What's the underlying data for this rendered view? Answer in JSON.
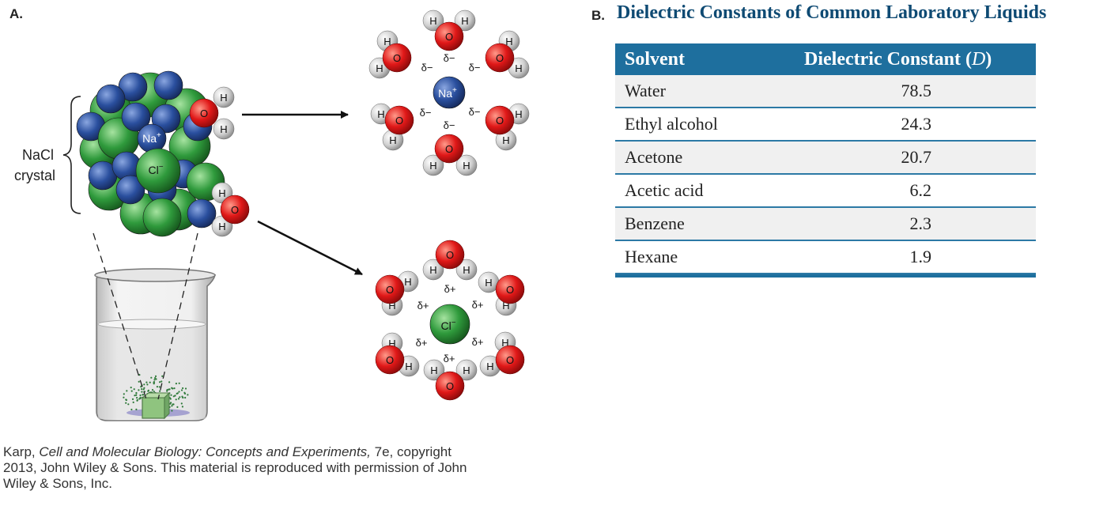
{
  "panel_a": {
    "label": "A.",
    "crystal_label_line1": "NaCl",
    "crystal_label_line2": "crystal",
    "na_label": "Na",
    "cl_label": "Cl",
    "h_label": "H",
    "o_label": "O",
    "delta_minus": "δ−",
    "delta_plus": "δ+"
  },
  "panel_b": {
    "label": "B.",
    "title": "Dielectric Constants of Common Laboratory Liquids",
    "headers": {
      "solvent": "Solvent",
      "constant": "Dielectric Constant (",
      "constant_symbol": "D",
      "constant_close": ")"
    },
    "rows": [
      {
        "solvent": "Water",
        "value": "78.5"
      },
      {
        "solvent": "Ethyl alcohol",
        "value": "24.3"
      },
      {
        "solvent": "Acetone",
        "value": "20.7"
      },
      {
        "solvent": "Acetic acid",
        "value": "6.2"
      },
      {
        "solvent": "Benzene",
        "value": "2.3"
      },
      {
        "solvent": "Hexane",
        "value": "1.9"
      }
    ]
  },
  "citation": {
    "author": "Karp, ",
    "book": "Cell and Molecular Biology: Concepts and Experiments,",
    "rest_line1": " 7e, copyright",
    "line2": "2013, John Wiley & Sons. This material is reproduced with permission of John",
    "line3": "Wiley & Sons, Inc."
  },
  "colors": {
    "title_blue": "#0e4a73",
    "header_blue": "#1e6f9e",
    "sodium": "#2a4f9e",
    "chloride": "#2f9a3c",
    "oxygen": "#e01818",
    "hydrogen": "#cfcfcf"
  }
}
